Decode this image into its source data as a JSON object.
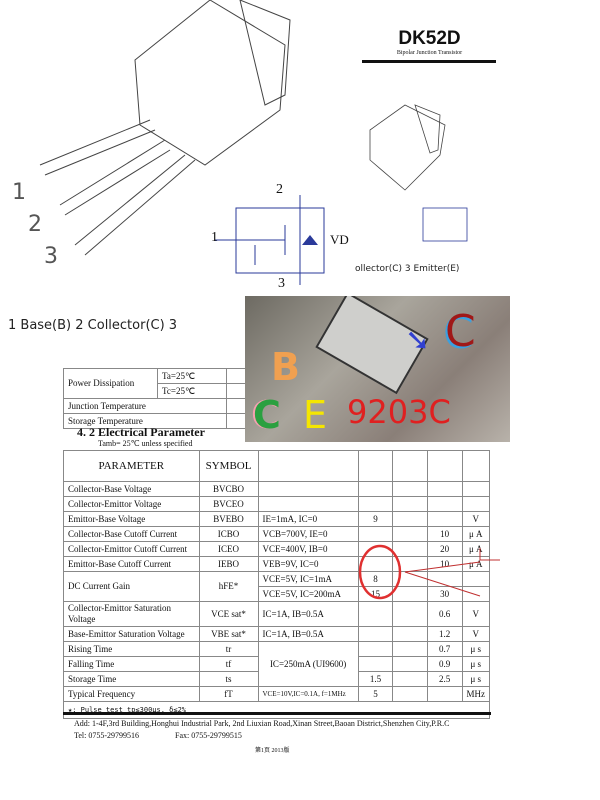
{
  "header": {
    "part": "DK52D",
    "subtitle": "Bipolar Junction Transistor"
  },
  "drawing": {
    "pins": [
      "1",
      "2",
      "3"
    ],
    "schematic_pins": [
      "1",
      "2",
      "3"
    ],
    "diode_label": "VD"
  },
  "pin_desc_left": "1 Base(B)  2 Collector(C)  3",
  "pin_desc_right": "ollector(C)   3 Emitter(E)",
  "abs_table": {
    "rows": [
      {
        "param": "Power Dissipation",
        "conds": [
          "Ta=25℃",
          "Tc=25℃"
        ]
      },
      {
        "param": "Junction Temperature"
      },
      {
        "param": "Storage Temperature"
      }
    ]
  },
  "section": {
    "title": "4. 2  Electrical Parameter",
    "note": "Tamb= 25℃  unless specified"
  },
  "elec_table": {
    "headers": [
      "PARAMETER",
      "SYMBOL"
    ],
    "rows": [
      {
        "param": "Collector-Base Voltage",
        "sym": "BVCBO",
        "cond": "",
        "min": "",
        "typ": "",
        "max": "",
        "unit": ""
      },
      {
        "param": "Collector-Emittor Voltage",
        "sym": "BVCEO",
        "cond": "",
        "min": "",
        "typ": "",
        "max": "",
        "unit": ""
      },
      {
        "param": "Emittor-Base Voltage",
        "sym": "BVEBO",
        "cond": "IE=1mA, IC=0",
        "min": "9",
        "typ": "",
        "max": "",
        "unit": "V"
      },
      {
        "param": "Collector-Base Cutoff Current",
        "sym": "ICBO",
        "cond": "VCB=700V, IE=0",
        "min": "",
        "typ": "",
        "max": "10",
        "unit": "μ A"
      },
      {
        "param": "Collector-Emittor Cutoff Current",
        "sym": "ICEO",
        "cond": "VCE=400V, IB=0",
        "min": "",
        "typ": "",
        "max": "20",
        "unit": "μ A"
      },
      {
        "param": "Emittor-Base Cutoff Current",
        "sym": "IEBO",
        "cond": "VEB=9V, IC=0",
        "min": "",
        "typ": "",
        "max": "10",
        "unit": "μ A"
      },
      {
        "param": "DC Current Gain",
        "sym": "hFE*",
        "cond": "VCE=5V, IC=1mA",
        "min": "8",
        "typ": "",
        "max": "",
        "unit": "",
        "cond2": "VCE=5V, IC=200mA",
        "min2": "15",
        "max2": "30"
      },
      {
        "param": "Collector-Emittor Saturation Voltage",
        "sym": "VCE sat*",
        "cond": "IC=1A, IB=0.5A",
        "min": "",
        "typ": "",
        "max": "0.6",
        "unit": "V"
      },
      {
        "param": "Base-Emittor Saturation Voltage",
        "sym": "VBE sat*",
        "cond": "IC=1A, IB=0.5A",
        "min": "",
        "typ": "",
        "max": "1.2",
        "unit": "V"
      },
      {
        "param": "Rising Time",
        "sym": "tr",
        "cond": "IC=250mA   (UI9600)",
        "min": "",
        "typ": "",
        "max": "0.7",
        "unit": "μ s"
      },
      {
        "param": "Falling Time",
        "sym": "tf",
        "min": "",
        "typ": "",
        "max": "0.9",
        "unit": "μ s"
      },
      {
        "param": "Storage Time",
        "sym": "ts",
        "min": "1.5",
        "typ": "",
        "max": "2.5",
        "unit": "μ s"
      },
      {
        "param": "Typical Frequency",
        "sym": "fT",
        "cond": "VCE=10V,IC=0.1A, f=1MHz",
        "min": "5",
        "typ": "",
        "max": "",
        "unit": "MHz"
      }
    ],
    "footnote": "★: Pulse test tp≤300μs, δ≤2%"
  },
  "footer": {
    "address": "Add:  1-4F,3rd Building,Honghui Industrial Park, 2nd Liuxian Road,Xinan Street,Baoan District,Shenzhen City,P.R.C",
    "tel": "Tel: 0755-29799516",
    "fax": "Fax: 0755-29799515",
    "page": "第1页  2013版"
  },
  "photo": {
    "labels": [
      "B",
      "C",
      "E",
      "9203C",
      "C"
    ],
    "colors": {
      "B": "#f0a050",
      "C_left": "#2aa040",
      "E": "#f5e600",
      "code": "#e02020",
      "C_right": "#a01818",
      "arrow": "#3040d0"
    }
  }
}
